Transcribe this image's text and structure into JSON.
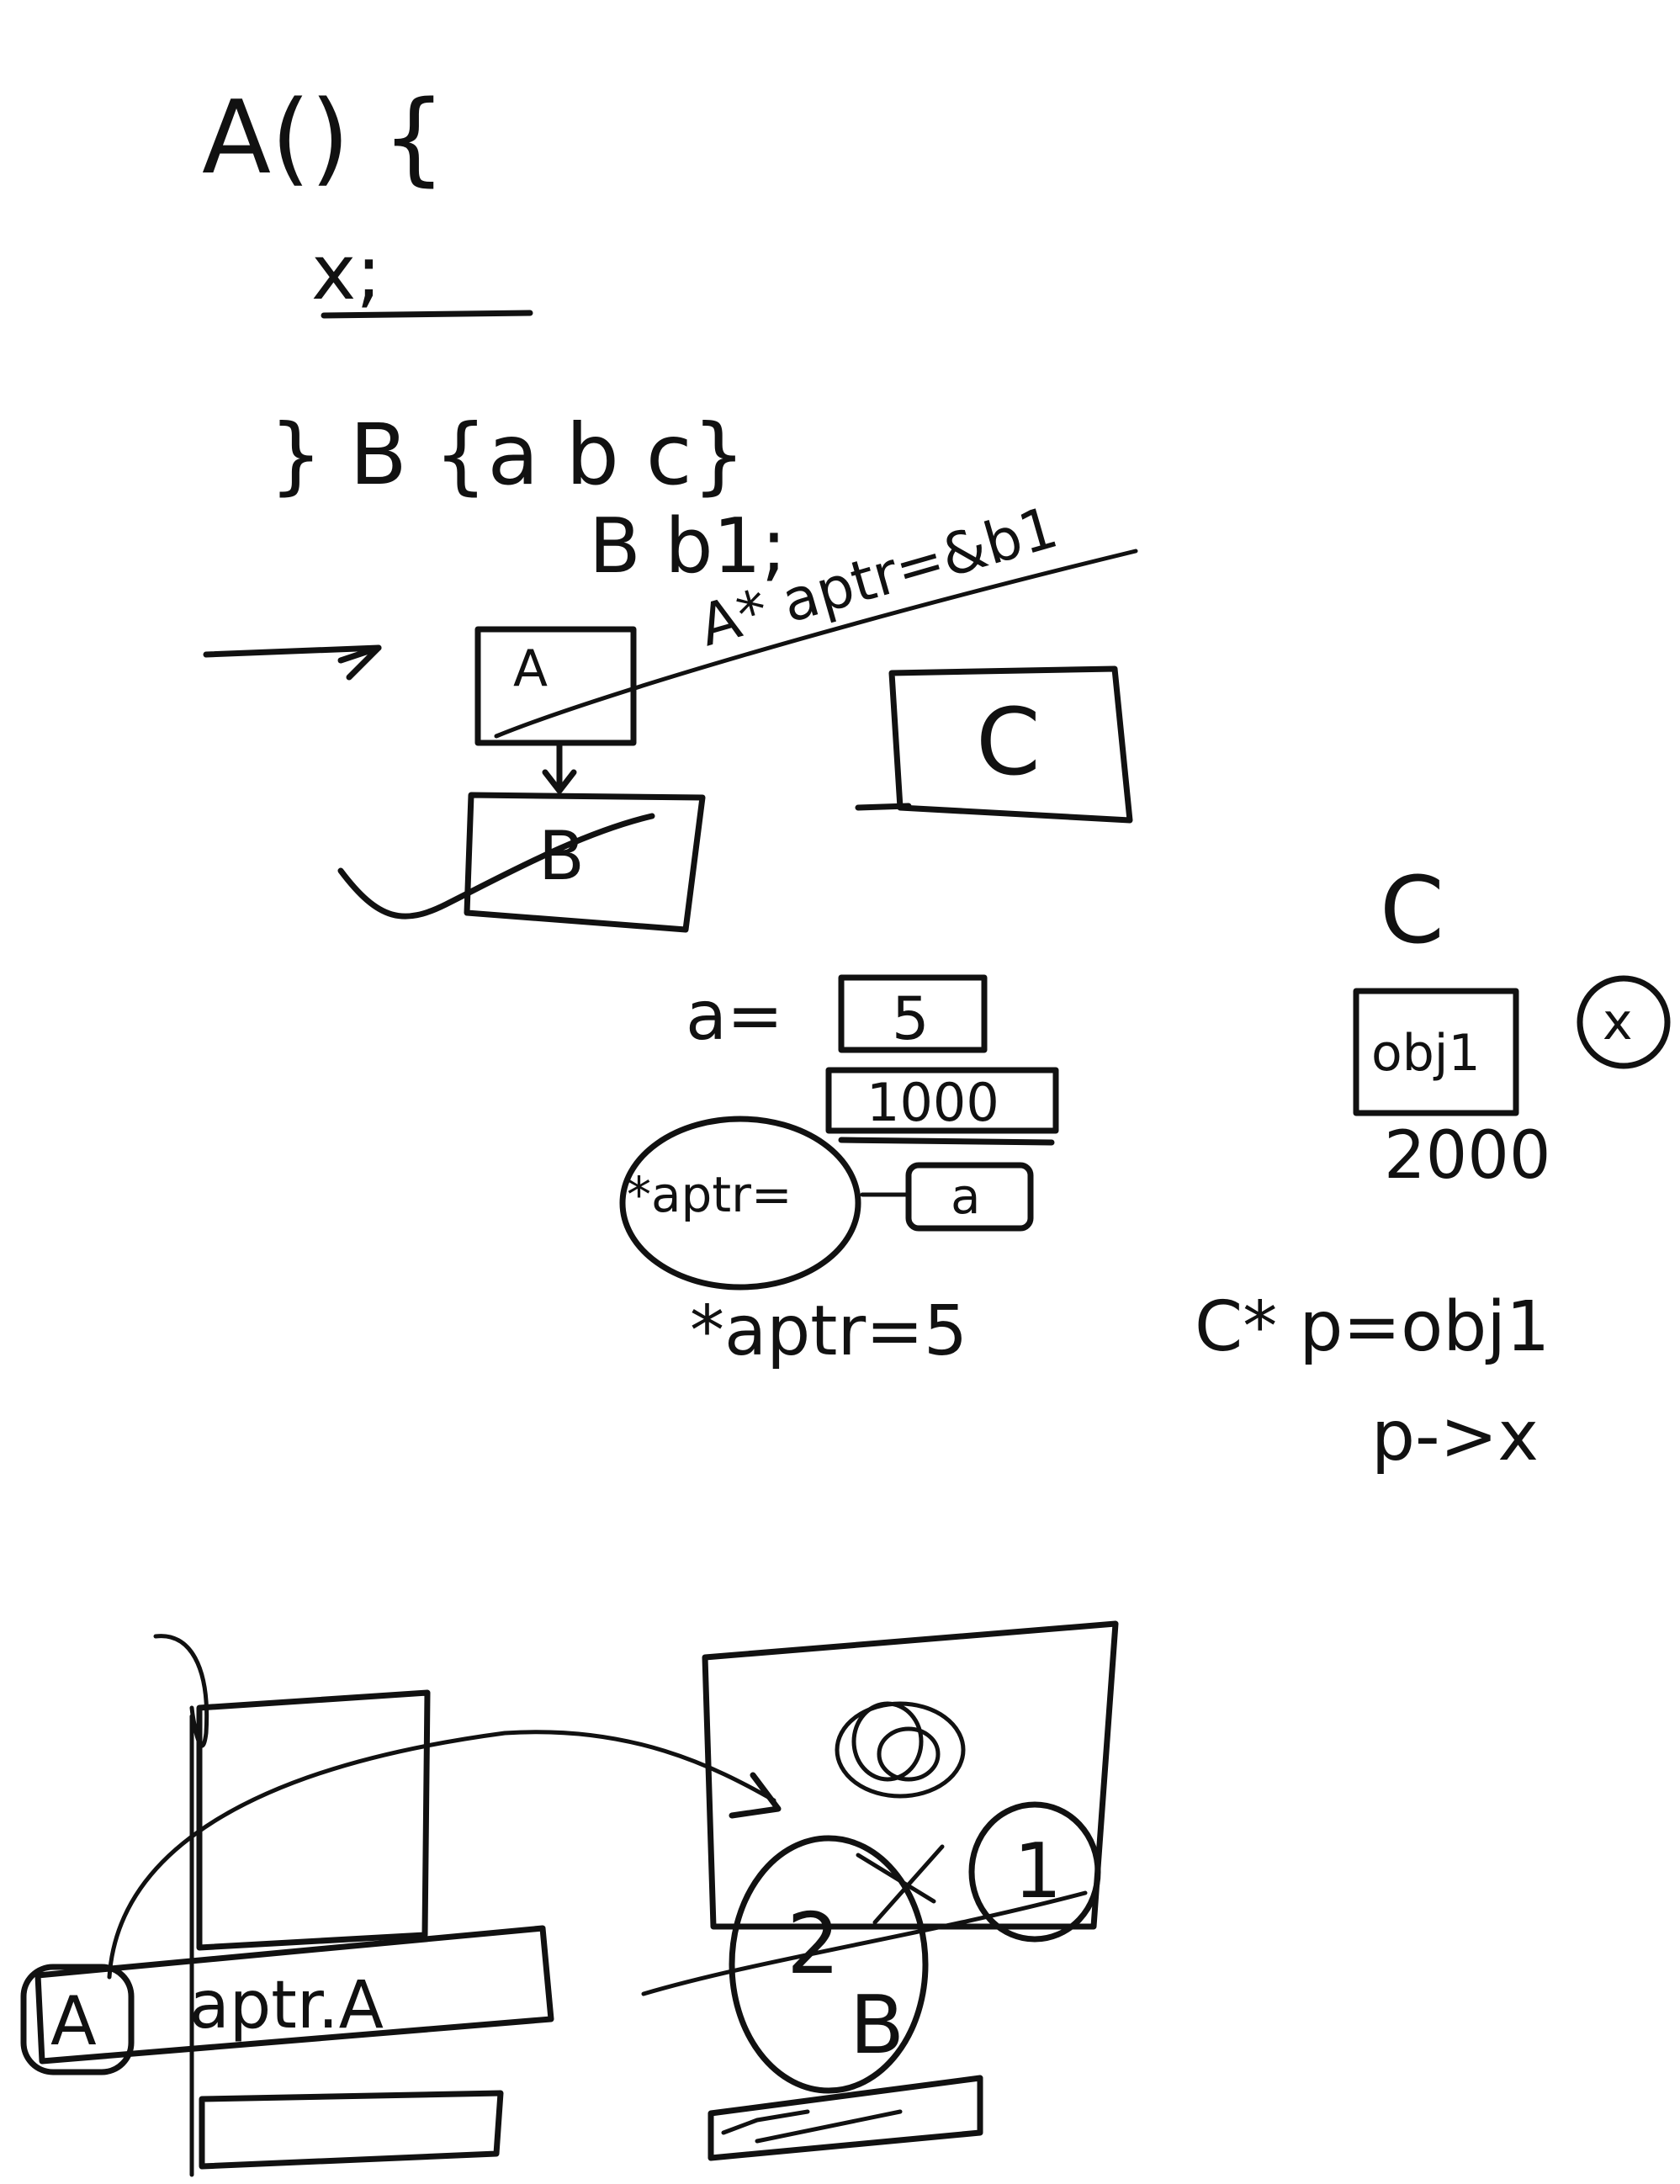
{
  "notes": {
    "class_decl": "A() {",
    "member_x": "x;",
    "class_b_decl": "} B {a b c}",
    "b_obj": "B b1;",
    "ptr_assign": "A* aptr=&b1",
    "box_a": "A",
    "box_b": "B",
    "box_c": "C",
    "var_a": "a=",
    "val_5": "5",
    "addr_1000": "1000",
    "aptr_label": "*aptr=",
    "aptr_val": "a",
    "deref": "*aptr=5",
    "c_label": "C",
    "obj1": "obj1",
    "addr_2000": "2000",
    "circled_x": "x",
    "c_ptr": "C* p=obj1",
    "p_arrow": "p->x",
    "bottom_ptr_label": "aptr.A",
    "bottom_a": "A",
    "num_2": "2",
    "num_1": "1",
    "bottom_b": "B"
  }
}
